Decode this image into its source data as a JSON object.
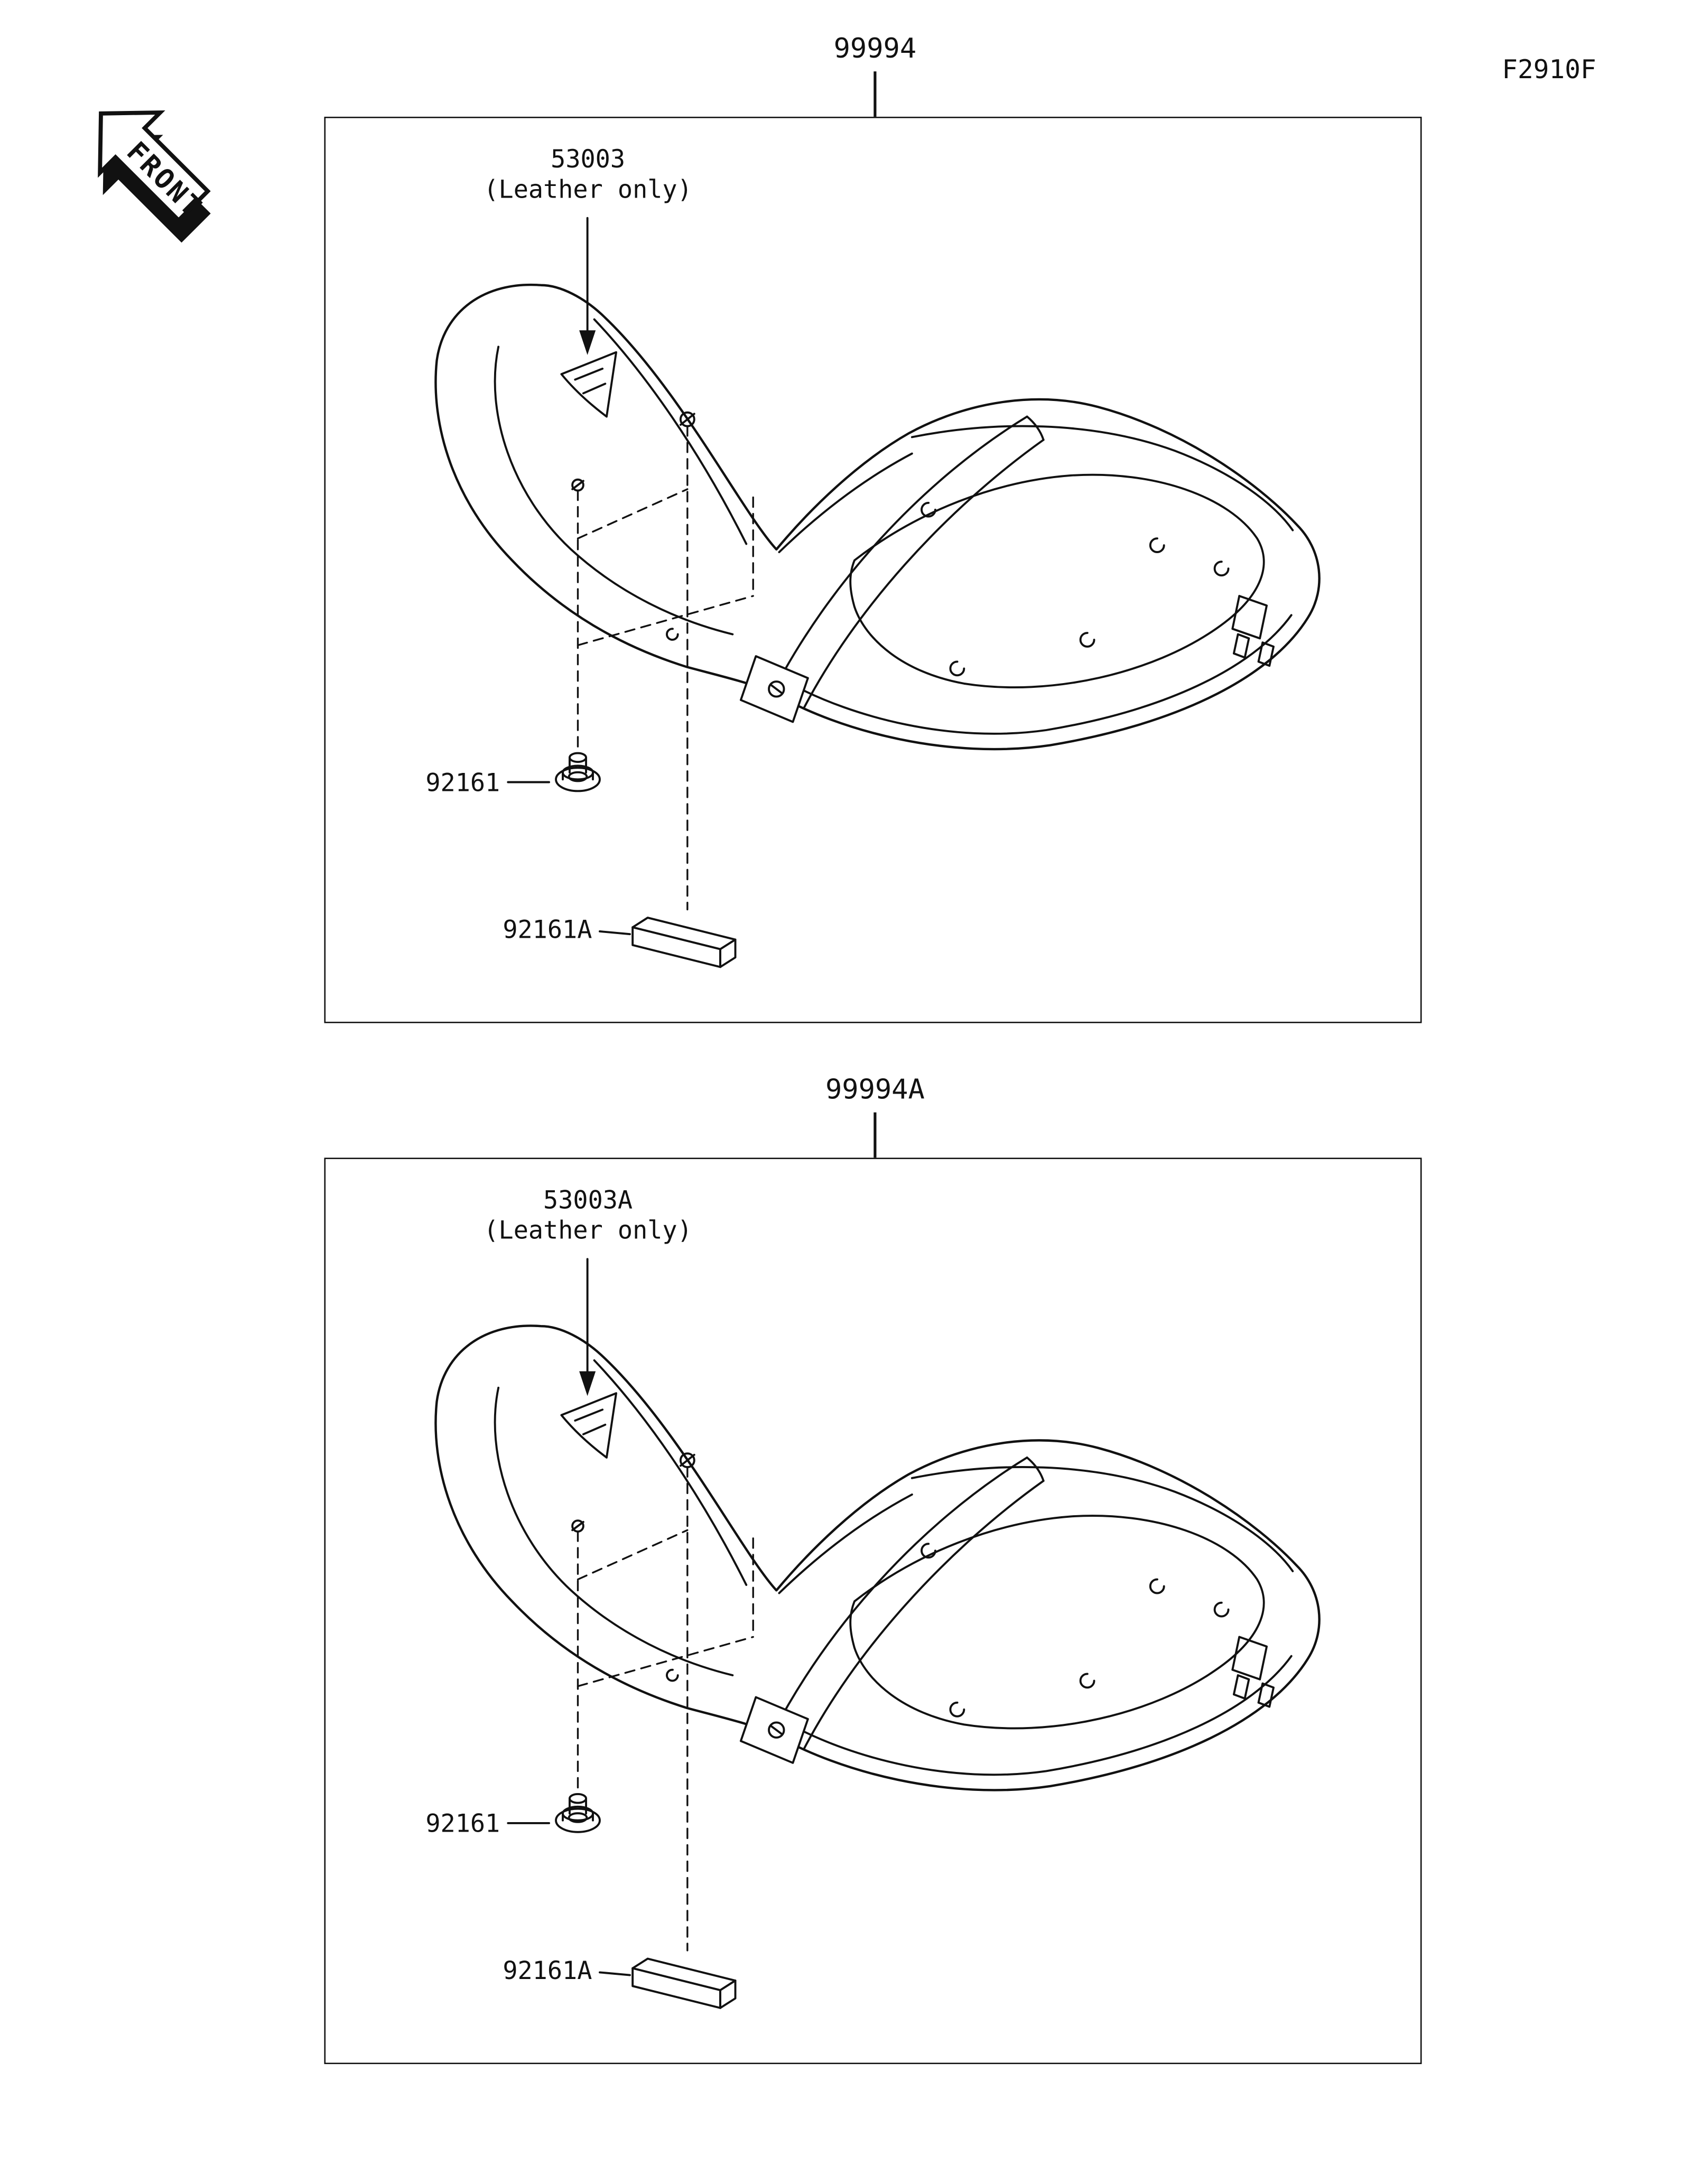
{
  "header": {
    "doc_code": "F2910F",
    "front_arrow_label": "FRONT"
  },
  "assemblies": [
    {
      "assembly_code": "99994",
      "cover_part": "53003",
      "cover_note": "(Leather only)",
      "damper_part": "92161",
      "damper_part_a": "92161A"
    },
    {
      "assembly_code": "99994A",
      "cover_part": "53003A",
      "cover_note": "(Leather only)",
      "damper_part": "92161",
      "damper_part_a": "92161A"
    }
  ]
}
